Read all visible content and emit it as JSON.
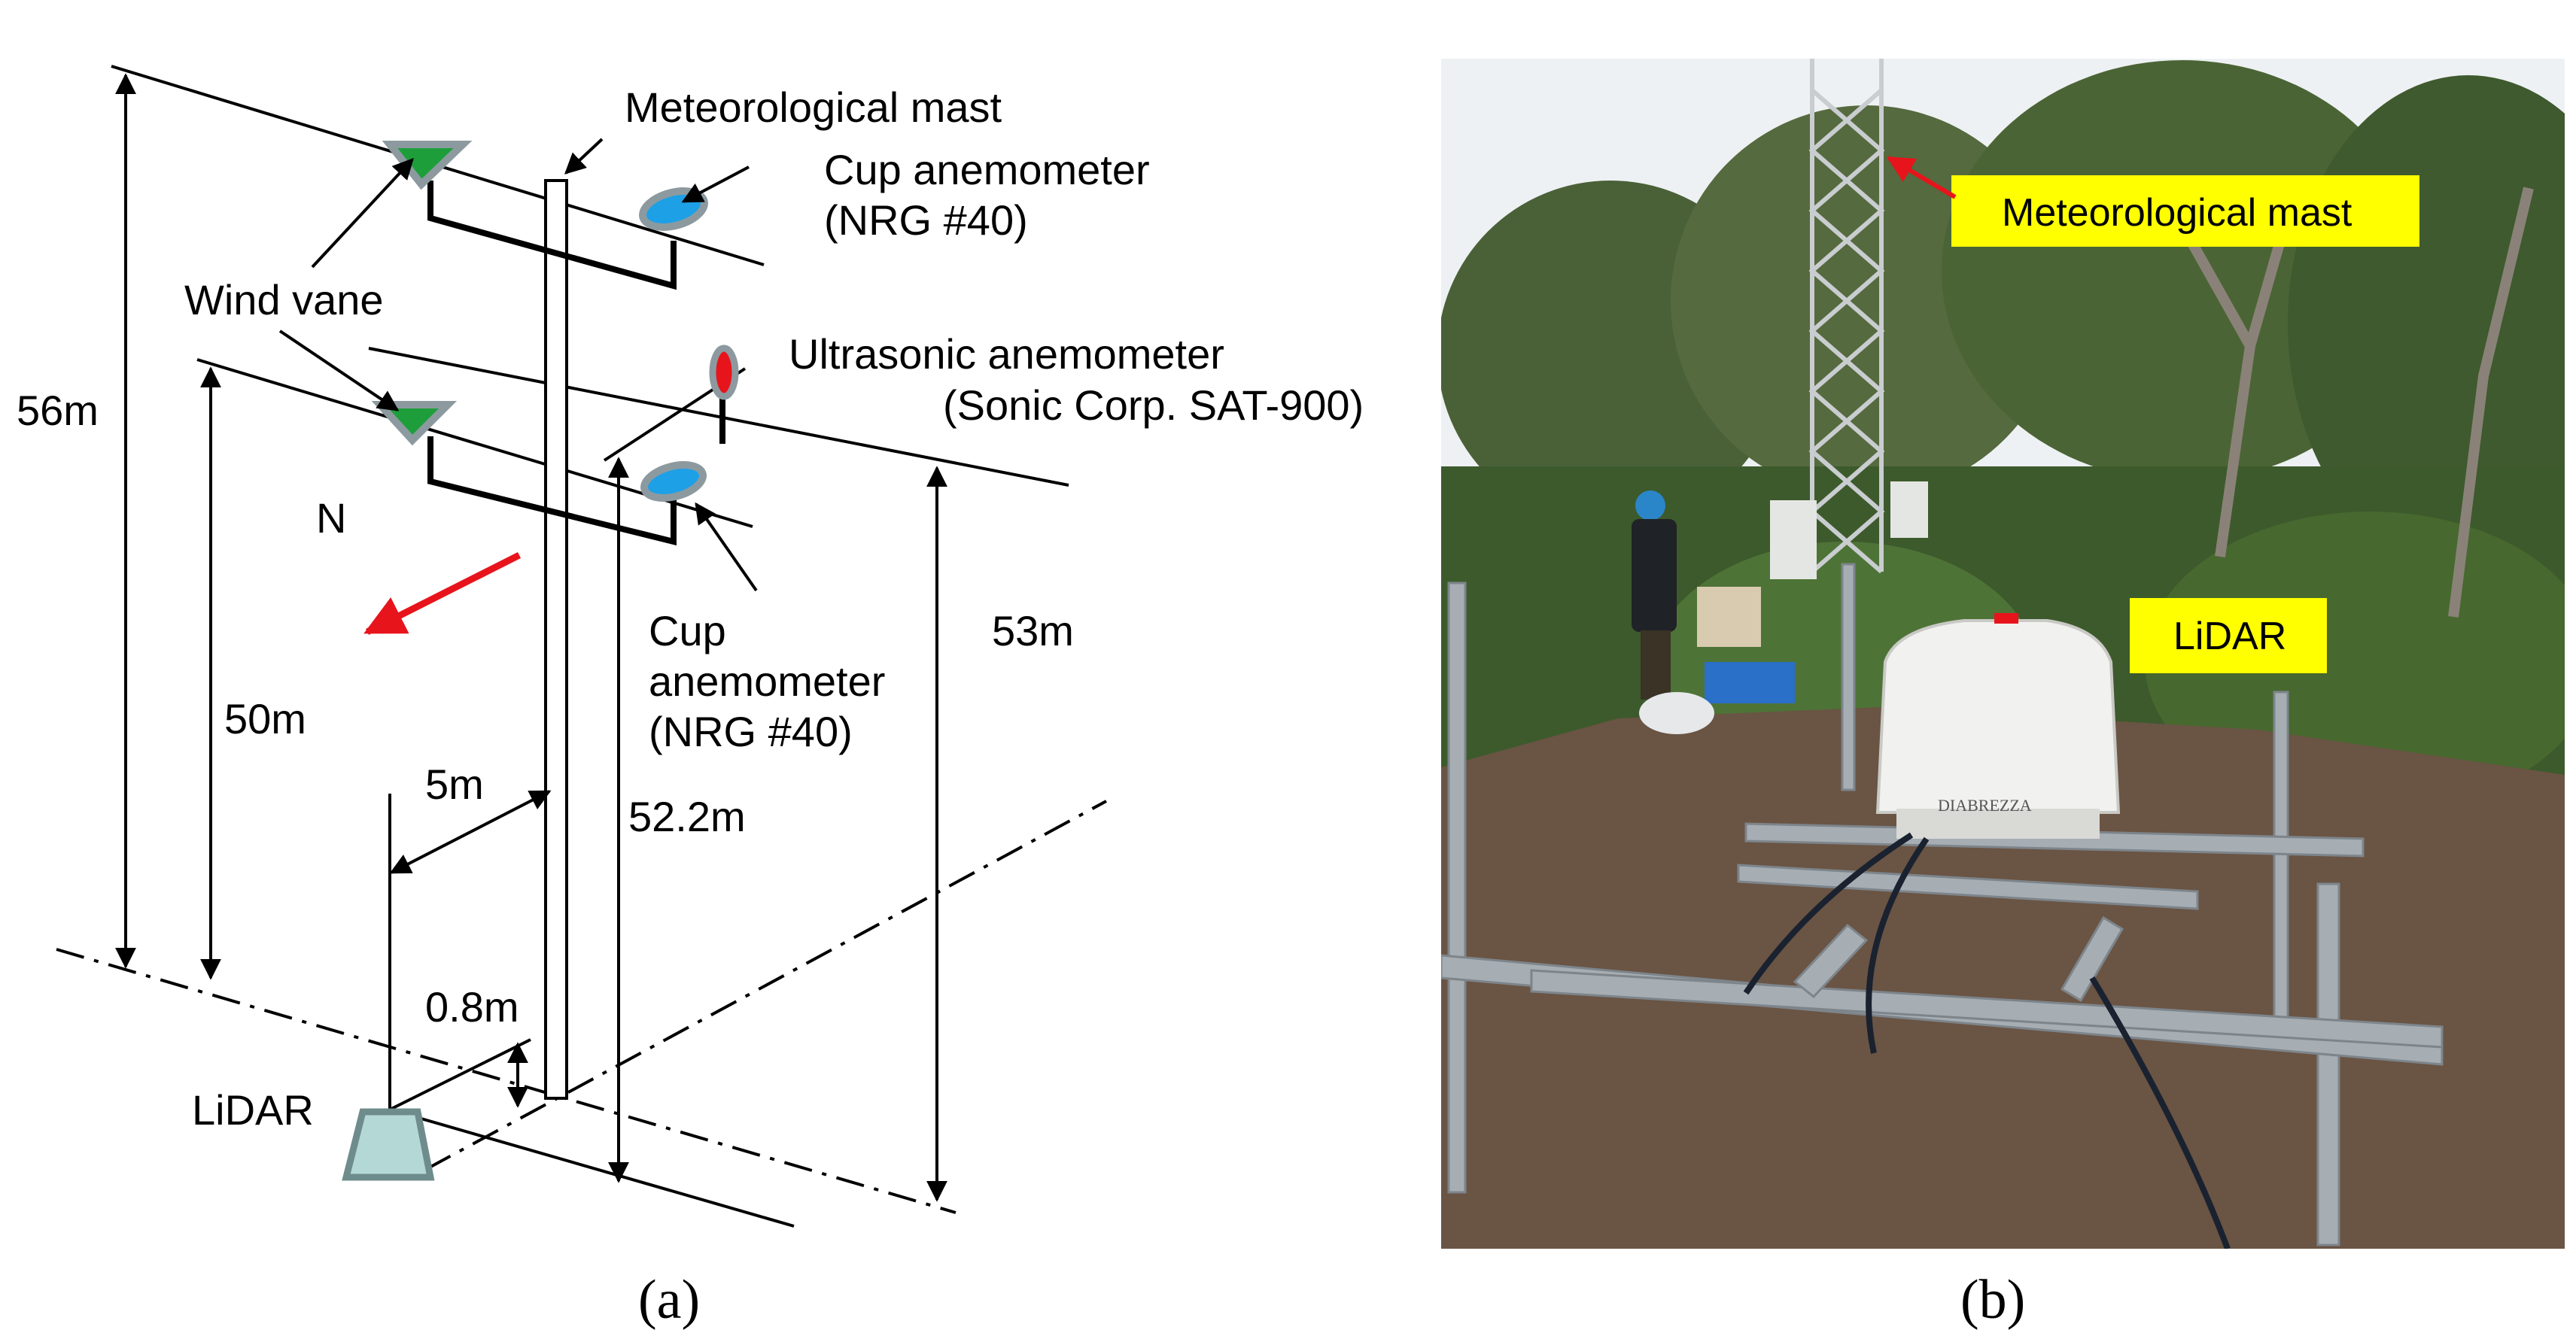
{
  "panel_a": {
    "caption": "(a)",
    "labels": {
      "meteorological_mast": "Meteorological mast",
      "cup_anemometer_top": "Cup anemometer",
      "cup_anemometer_top_model": "(NRG #40)",
      "wind_vane": "Wind vane",
      "ultrasonic_anemometer": "Ultrasonic anemometer",
      "ultrasonic_anemometer_model": "(Sonic Corp. SAT-900)",
      "north": "N",
      "cup_anemometer_low_1": "Cup",
      "cup_anemometer_low_2": "anemometer",
      "cup_anemometer_low_3": "(NRG #40)",
      "lidar": "LiDAR"
    },
    "dimensions": {
      "height_56": "56m",
      "height_50": "50m",
      "height_53": "53m",
      "height_52_2": "52.2m",
      "offset_5": "5m",
      "offset_0_8": "0.8m"
    },
    "colors": {
      "vane_green": "#1e9e3a",
      "cup_blue": "#1ea0e6",
      "instrument_gray": "#8c9aa0",
      "sonic_red": "#e8141c",
      "north_arrow": "#e8141c",
      "lidar_fill": "#b4d8d6",
      "lidar_stroke": "#6f8c8c"
    }
  },
  "panel_b": {
    "caption": "(b)",
    "tags": {
      "meteorological_mast": "Meteorological mast",
      "lidar": "LiDAR"
    },
    "photo_text": "DIABREZZA",
    "colors": {
      "tag_yellow": "#ffff00",
      "arrow_red": "#e8141c",
      "sky": "#eef1f3",
      "ground": "#6a5444",
      "foliage": "#3d5a2c",
      "lidar_unit": "#f1f1ef",
      "pipe": "#a6adb3"
    }
  }
}
